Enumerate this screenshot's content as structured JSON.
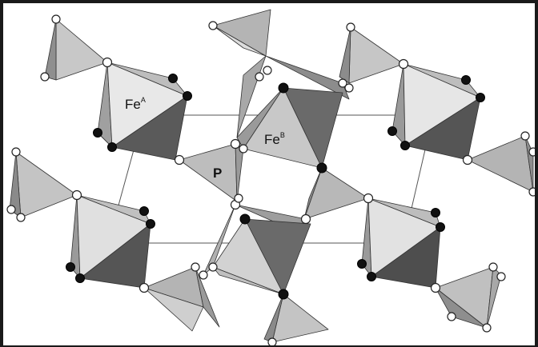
{
  "labels": {
    "feA_base": "Fe",
    "feA_sup": "A",
    "feB_base": "Fe",
    "feB_sup": "B",
    "p": "P"
  },
  "colors": {
    "light": "#c4c4c4",
    "mid": "#9a9a9a",
    "dark": "#555555",
    "darker": "#3e3e3e",
    "frame": "#1a1a1a"
  }
}
